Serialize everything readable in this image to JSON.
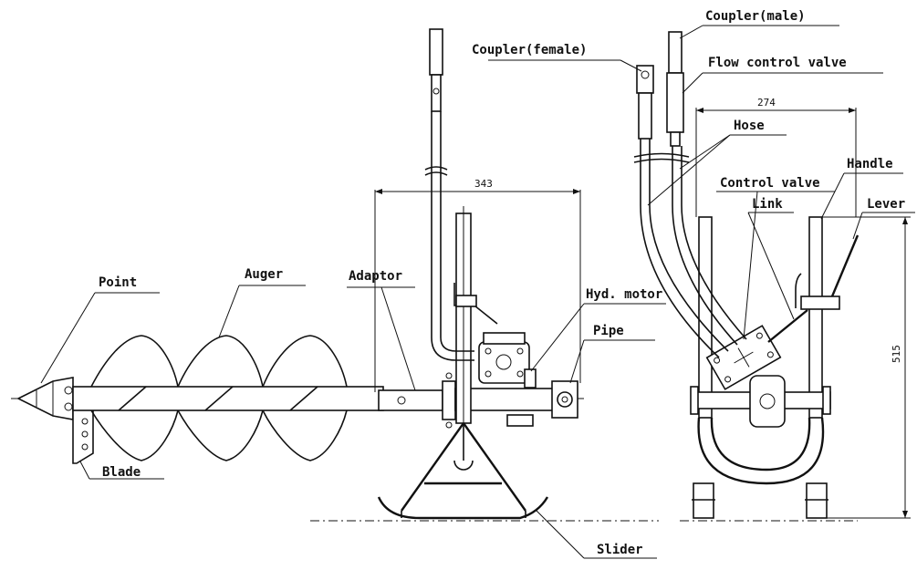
{
  "labels": {
    "point": "Point",
    "auger": "Auger",
    "adaptor": "Adaptor",
    "blade": "Blade",
    "hyd_motor": "Hyd. motor",
    "pipe": "Pipe",
    "slider": "Slider",
    "coupler_female": "Coupler(female)",
    "coupler_male": "Coupler(male)",
    "flow_control_valve": "Flow control valve",
    "hose": "Hose",
    "control_valve": "Control valve",
    "link": "Link",
    "handle": "Handle",
    "lever": "Lever"
  },
  "dimensions": {
    "side_width": "343",
    "front_width": "274",
    "front_height": "515"
  }
}
